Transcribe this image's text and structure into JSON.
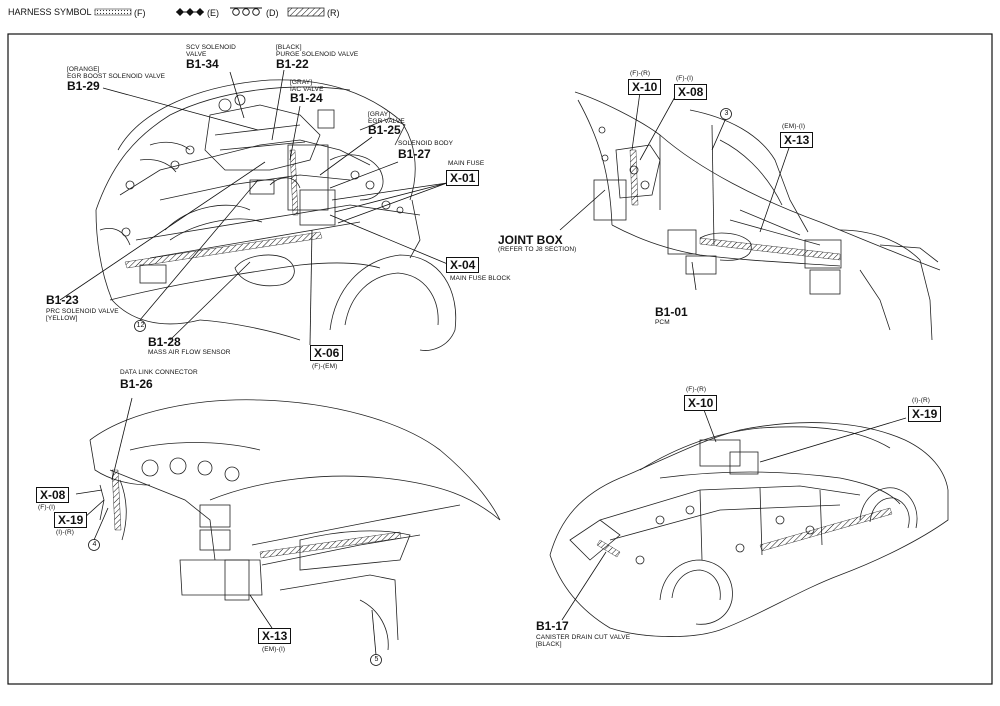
{
  "header": {
    "label": "HARNESS SYMBOL :",
    "symbols": [
      {
        "code": "(F)",
        "pattern": "dots"
      },
      {
        "code": "(E)",
        "pattern": "diamonds"
      },
      {
        "code": "(D)",
        "pattern": "circles"
      },
      {
        "code": "(R)",
        "pattern": "hatch"
      }
    ]
  },
  "engine_view": {
    "callouts": [
      {
        "id": "b134",
        "sub": "SCV SOLENOID\nVALVE",
        "code": "B1-34"
      },
      {
        "id": "b122",
        "sub": "[BLACK]\nPURGE SOLENOID VALVE",
        "code": "B1-22"
      },
      {
        "id": "b129",
        "sub": "[ORANGE]\nEGR BOOST SOLENOID VALVE",
        "code": "B1-29"
      },
      {
        "id": "b124",
        "sub": "[GRAY]\nIAC VALVE",
        "code": "B1-24"
      },
      {
        "id": "b125",
        "sub": "[GRAY]\nEGR VALVE",
        "code": "B1-25"
      },
      {
        "id": "b127",
        "sub": "SOLENOID BODY",
        "code": "B1-27"
      },
      {
        "id": "x01",
        "sub": "MAIN FUSE",
        "code": "X-01",
        "boxed": true
      },
      {
        "id": "x04",
        "sub": "MAIN FUSE BLOCK",
        "code": "X-04",
        "boxed": true
      },
      {
        "id": "b123",
        "sub": "PRC SOLENOID VALVE\n[YELLOW]",
        "code": "B1-23"
      },
      {
        "id": "b128",
        "sub": "MASS AIR FLOW SENSOR",
        "code": "B1-28"
      },
      {
        "id": "x06",
        "sub": "(F)-(EM)",
        "code": "X-06",
        "boxed": true
      }
    ],
    "circle_labels": [
      "12"
    ]
  },
  "cabin_view": {
    "callouts": [
      {
        "id": "x10a",
        "sub": "(F)-(R)",
        "code": "X-10",
        "boxed": true
      },
      {
        "id": "x08a",
        "sub": "(F)-(I)",
        "code": "X-08",
        "boxed": true
      },
      {
        "id": "x13a",
        "sub": "(EM)-(I)",
        "code": "X-13",
        "boxed": true
      },
      {
        "id": "joint",
        "title": "JOINT BOX",
        "sub": "(REFER TO J8 SECTION)"
      },
      {
        "id": "b101",
        "sub": "PCM",
        "code": "B1-01"
      }
    ],
    "circle_labels": [
      "3"
    ]
  },
  "dash_view": {
    "callouts": [
      {
        "id": "b126",
        "sub": "DATA LINK CONNECTOR",
        "code": "B1-26"
      },
      {
        "id": "x08b",
        "sub": "(F)-(I)",
        "code": "X-08",
        "boxed": true
      },
      {
        "id": "x19b",
        "sub": "(I)-(R)",
        "code": "X-19",
        "boxed": true
      },
      {
        "id": "x13b",
        "sub": "(EM)-(I)",
        "code": "X-13",
        "boxed": true
      }
    ],
    "circle_labels": [
      "4",
      "5"
    ]
  },
  "body_view": {
    "callouts": [
      {
        "id": "x10c",
        "sub": "(F)-(R)",
        "code": "X-10",
        "boxed": true
      },
      {
        "id": "x19c",
        "sub": "(I)-(R)",
        "code": "X-19",
        "boxed": true
      },
      {
        "id": "b117",
        "sub": "CANISTER DRAIN CUT VALVE\n[BLACK]",
        "code": "B1-17"
      }
    ]
  }
}
